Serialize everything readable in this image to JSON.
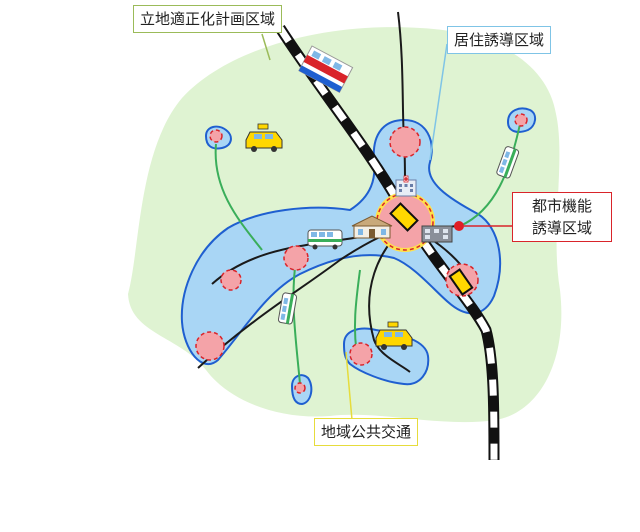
{
  "labels": {
    "location_optimization_area": "立地適正化計画区域",
    "residential_induction_area": "居住誘導区域",
    "urban_function_induction_area_line1": "都市機能",
    "urban_function_induction_area_line2": "誘導区域",
    "regional_public_transport": "地域公共交通"
  },
  "colors": {
    "plan_area_fill": "#dff3d2",
    "residential_fill": "#a9d6f5",
    "residential_stroke": "#1f5fd0",
    "center_fill": "#f4a3a8",
    "center_stroke": "#d9242a",
    "urban_core_stroke": "#ffe24a",
    "railway_dark": "#111111",
    "transit_line": "#3aae5a",
    "road": "#1a1a1a"
  },
  "icons": [
    "train-icon",
    "taxi-icon",
    "bus-icon",
    "hospital-icon",
    "station-icon"
  ]
}
